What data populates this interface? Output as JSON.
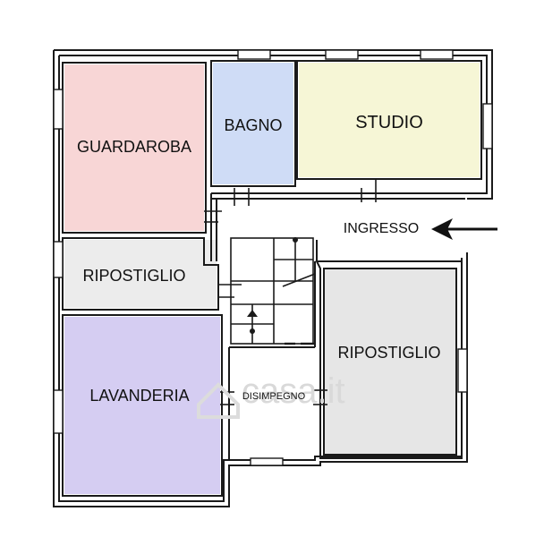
{
  "rooms": [
    {
      "id": "guardaroba",
      "label": "GUARDAROBA",
      "color": "#f8d6d6"
    },
    {
      "id": "bagno",
      "label": "BAGNO",
      "color": "#cfdcf6"
    },
    {
      "id": "studio",
      "label": "STUDIO",
      "color": "#f6f6d6"
    },
    {
      "id": "ripostiglio-left",
      "label": "RIPOSTIGLIO",
      "color": "#ececec"
    },
    {
      "id": "lavanderia",
      "label": "LAVANDERIA",
      "color": "#d5cdf2"
    },
    {
      "id": "ripostiglio-right",
      "label": "RIPOSTIGLIO",
      "color": "#e6e6e6"
    }
  ],
  "labels": {
    "ingresso": "INGRESSO",
    "disimpegno": "DISIMPEGNO"
  },
  "watermark": "casa.it",
  "entrance_arrow": {
    "direction": "left",
    "icon": "arrow-left-icon"
  },
  "colors": {
    "wall": "#1a1a1a",
    "window_fill": "#ffffff"
  }
}
